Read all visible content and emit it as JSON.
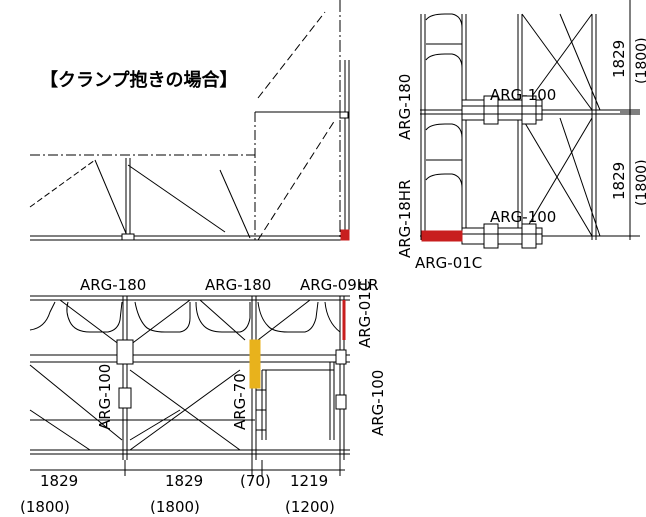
{
  "title": "【クランプ抱きの場合】",
  "labels": {
    "arg180_v": "ARG-180",
    "arg18hr_v": "ARG-18HR",
    "arg100_top": "ARG-100",
    "arg100_mid": "ARG-100",
    "arg01c_top": "ARG-01C",
    "dim_1829_a": "1829",
    "dim_1800_a": "(1800)",
    "dim_1829_b": "1829",
    "dim_1800_b": "(1800)",
    "arg180_a": "ARG-180",
    "arg180_b": "ARG-180",
    "arg09hr": "ARG-09HR",
    "arg01c_v": "ARG-01C",
    "arg100_bottom_v": "ARG-100",
    "arg100_right_v": "ARG-100",
    "arg70_v": "ARG-70",
    "dim_bottom_1": "1829",
    "dim_bottom_1p": "(1800)",
    "dim_bottom_2": "1829",
    "dim_bottom_2p": "(1800)",
    "dim_bottom_3p": "(70)",
    "dim_bottom_4": "1219",
    "dim_bottom_4p": "(1200)"
  },
  "colors": {
    "line": "#000000",
    "red_part": "#c81e1e",
    "yellow_part": "#e8b21c"
  }
}
